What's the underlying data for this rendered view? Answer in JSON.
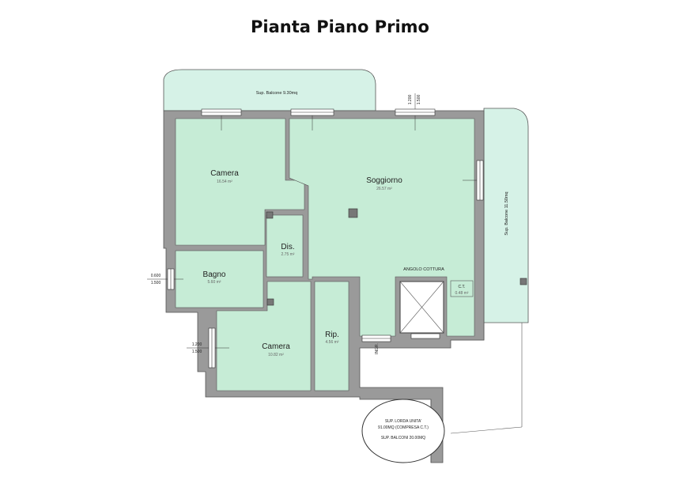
{
  "title": "Pianta Piano Primo",
  "rooms": {
    "camera1": {
      "name": "Camera",
      "area": "16.54 m²"
    },
    "soggiorno": {
      "name": "Soggiorno",
      "area": "26.57 m²"
    },
    "dis": {
      "name": "Dis.",
      "area": "2.75 m²"
    },
    "bagno": {
      "name": "Bagno",
      "area": "5.60 m²"
    },
    "camera2": {
      "name": "Camera",
      "area": "10.82 m²"
    },
    "rip": {
      "name": "Rip.",
      "area": "4.56 m²"
    },
    "ct": {
      "name": "C.T.",
      "area": "0.48 m²"
    },
    "angolo_cottura": "ANGOLO COTTURA"
  },
  "balconies": {
    "top": "Sup. Balcone 9.30mq",
    "right": "Sup. Balcone 11.50mq"
  },
  "window_dims": {
    "top": {
      "w": "1.200",
      "h": "1.500"
    },
    "bagno": {
      "w": "0.600",
      "h": "1.500"
    },
    "camera2": {
      "w": "1.200",
      "h": "1.500"
    }
  },
  "entrance": "INGR.",
  "summary": {
    "line1": "SUP. LORDA UNITA'",
    "line2": "91.00MQ (COMPRESA C.T.)",
    "line3": "SUP. BALCONI 20.00MQ"
  },
  "colors": {
    "room_fill": "#c6ecd6",
    "balcony_fill": "#d6f2e7",
    "wall": "#9a9a9a",
    "wall_stroke": "#555555"
  }
}
